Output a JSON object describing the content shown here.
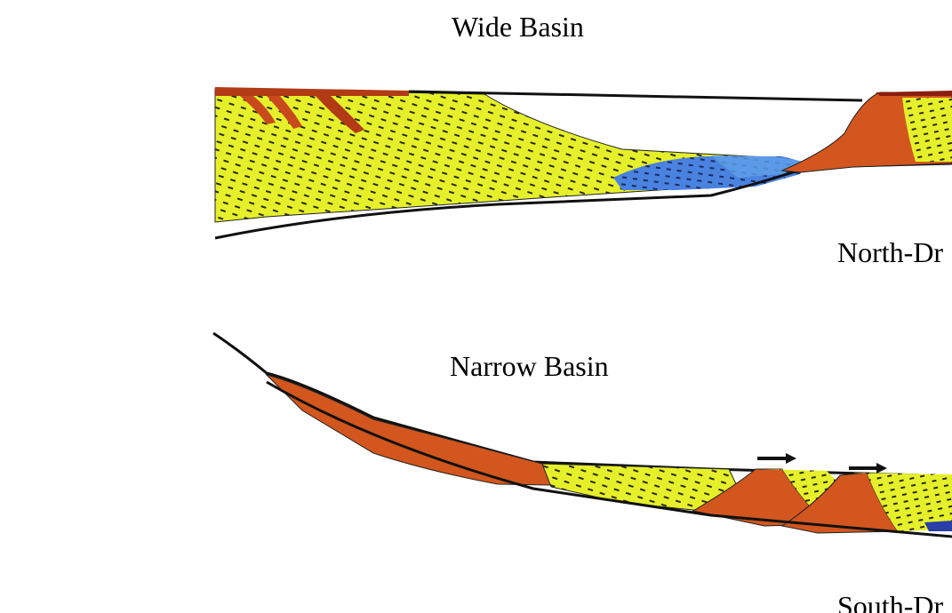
{
  "labels": {
    "wide_basin": "Wide Basin",
    "narrow_basin": "Narrow Basin",
    "north": "North-Dr",
    "south": "South-Dr"
  },
  "colors": {
    "sand_yellow": "#e6f02a",
    "orange_red": "#d2561e",
    "dark_red": "#8a1e0e",
    "blue": "#3d6fd8",
    "light_blue": "#5fa0e8",
    "outline": "#111111"
  }
}
